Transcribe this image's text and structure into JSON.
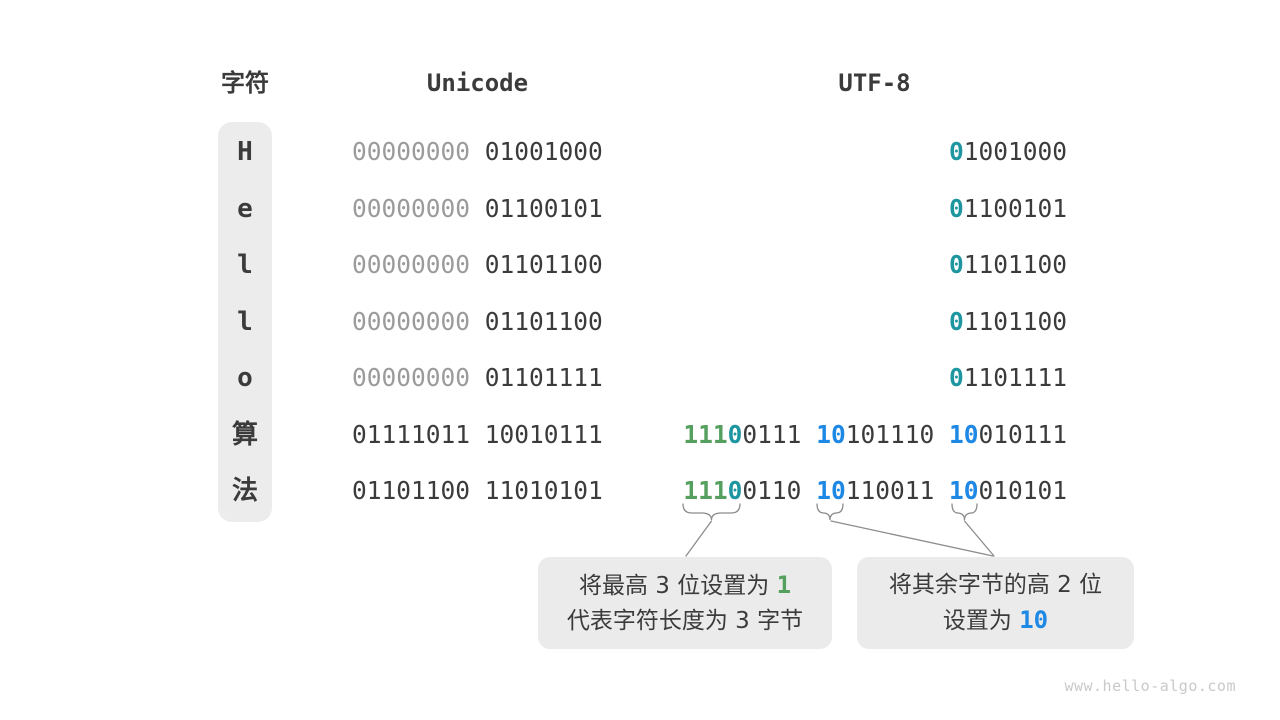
{
  "headers": {
    "char": "字符",
    "unicode": "Unicode",
    "utf8": "UTF-8"
  },
  "colors": {
    "dark": "#3b3b3b",
    "gray": "#9b9b9b",
    "green": "#55a05e",
    "teal": "#1e96a0",
    "blue": "#1e88e5",
    "pill_bg": "#ececec",
    "callout_bg": "#ebebeb",
    "line": "#8c8c8c",
    "watermark": "#c9c9c9"
  },
  "rows": [
    {
      "char": "H",
      "unicode": [
        {
          "t": "00000000",
          "c": "gray"
        },
        {
          "t": " 01001000",
          "c": "dark"
        }
      ],
      "utf8": [
        {
          "t": "0",
          "c": "teal"
        },
        {
          "t": "1001000",
          "c": "dark"
        }
      ]
    },
    {
      "char": "e",
      "unicode": [
        {
          "t": "00000000",
          "c": "gray"
        },
        {
          "t": " 01100101",
          "c": "dark"
        }
      ],
      "utf8": [
        {
          "t": "0",
          "c": "teal"
        },
        {
          "t": "1100101",
          "c": "dark"
        }
      ]
    },
    {
      "char": "l",
      "unicode": [
        {
          "t": "00000000",
          "c": "gray"
        },
        {
          "t": " 01101100",
          "c": "dark"
        }
      ],
      "utf8": [
        {
          "t": "0",
          "c": "teal"
        },
        {
          "t": "1101100",
          "c": "dark"
        }
      ]
    },
    {
      "char": "l",
      "unicode": [
        {
          "t": "00000000",
          "c": "gray"
        },
        {
          "t": " 01101100",
          "c": "dark"
        }
      ],
      "utf8": [
        {
          "t": "0",
          "c": "teal"
        },
        {
          "t": "1101100",
          "c": "dark"
        }
      ]
    },
    {
      "char": "o",
      "unicode": [
        {
          "t": "00000000",
          "c": "gray"
        },
        {
          "t": " 01101111",
          "c": "dark"
        }
      ],
      "utf8": [
        {
          "t": "0",
          "c": "teal"
        },
        {
          "t": "1101111",
          "c": "dark"
        }
      ]
    },
    {
      "char": "算",
      "unicode": [
        {
          "t": "01111011 10010111",
          "c": "dark"
        }
      ],
      "utf8": [
        {
          "t": "111",
          "c": "green"
        },
        {
          "t": "0",
          "c": "teal"
        },
        {
          "t": "0111 ",
          "c": "dark"
        },
        {
          "t": "10",
          "c": "blue"
        },
        {
          "t": "101110 ",
          "c": "dark"
        },
        {
          "t": "10",
          "c": "blue"
        },
        {
          "t": "010111",
          "c": "dark"
        }
      ]
    },
    {
      "char": "法",
      "unicode": [
        {
          "t": "01101100 11010101",
          "c": "dark"
        }
      ],
      "utf8": [
        {
          "t": "111",
          "c": "green"
        },
        {
          "t": "0",
          "c": "teal"
        },
        {
          "t": "0110 ",
          "c": "dark"
        },
        {
          "t": "10",
          "c": "blue"
        },
        {
          "t": "110011 ",
          "c": "dark"
        },
        {
          "t": "10",
          "c": "blue"
        },
        {
          "t": "010101",
          "c": "dark"
        }
      ]
    }
  ],
  "callout_left": {
    "line1": [
      {
        "t": "将最高 3 位设置为 ",
        "c": "dark"
      },
      {
        "t": "1",
        "c": "green"
      }
    ],
    "line2": [
      {
        "t": "代表字符长度为 3 字节",
        "c": "dark"
      }
    ]
  },
  "callout_right": {
    "line1": [
      {
        "t": "将其余字节的高 2 位",
        "c": "dark"
      }
    ],
    "line2": [
      {
        "t": "设置为 ",
        "c": "dark"
      },
      {
        "t": "10",
        "c": "blue"
      }
    ]
  },
  "watermark": "www.hello-algo.com"
}
